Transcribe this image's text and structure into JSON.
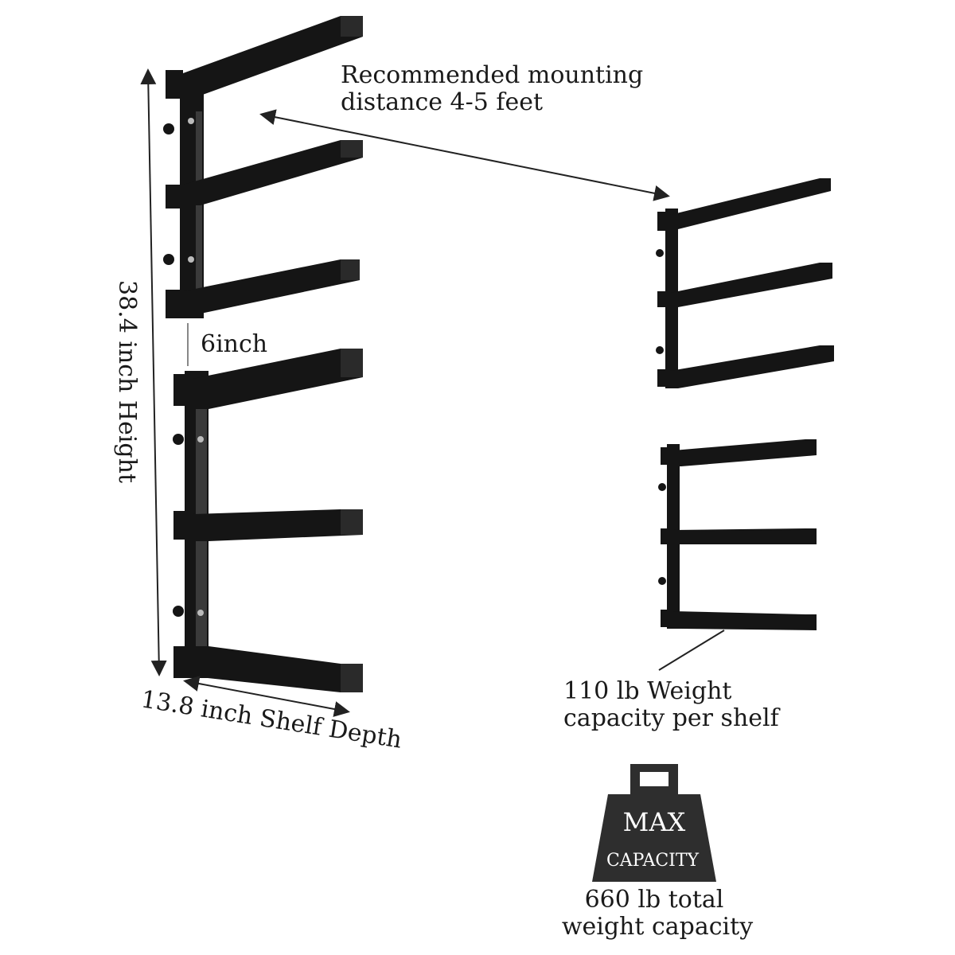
{
  "annotations": {
    "mounting_line1": "Recommended mounting",
    "mounting_line2": "distance 4-5 feet",
    "gap": "6inch",
    "height": "38.4 inch Height",
    "depth": "13.8 inch Shelf Depth",
    "capacity_line1": "110 lb Weight",
    "capacity_line2": "capacity per shelf",
    "total_line1": "660 lb total",
    "total_line2": "weight capacity"
  },
  "weight_icon": {
    "icon": "kettlebell-weight-icon",
    "line1": "MAX",
    "line2": "CAPACITY"
  },
  "colors": {
    "bracket": "#151515",
    "bracket_edge": "#3a3a3a",
    "plate": "#2a2a2a",
    "annotation_line": "#222222"
  }
}
